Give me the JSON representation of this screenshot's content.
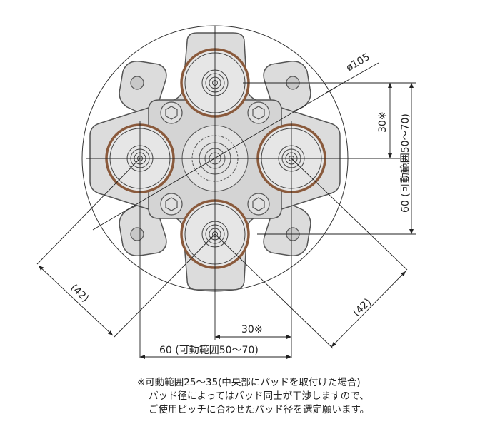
{
  "dimensions": {
    "diameter": "ø105",
    "pitch_vertical_inner": "30※",
    "range_vertical": "60 (可動範囲50～70)",
    "pitch_horizontal_inner": "30※",
    "range_horizontal": "60 (可動範囲50～70)",
    "diag_left": "(42)",
    "diag_right": "(42)"
  },
  "note": {
    "line1": "※可動範囲25～35(中央部にパッドを取付けた場合)",
    "line2": "パッド径によってはパッド同士が干渉しますので、",
    "line3": "ご使用ピッチに合わせたパッド径を選定願います。"
  },
  "colors": {
    "body_fill": "#dcdcdc",
    "body_stroke": "#555555",
    "pad_ring": "#8a5a3c",
    "line": "#222222"
  }
}
